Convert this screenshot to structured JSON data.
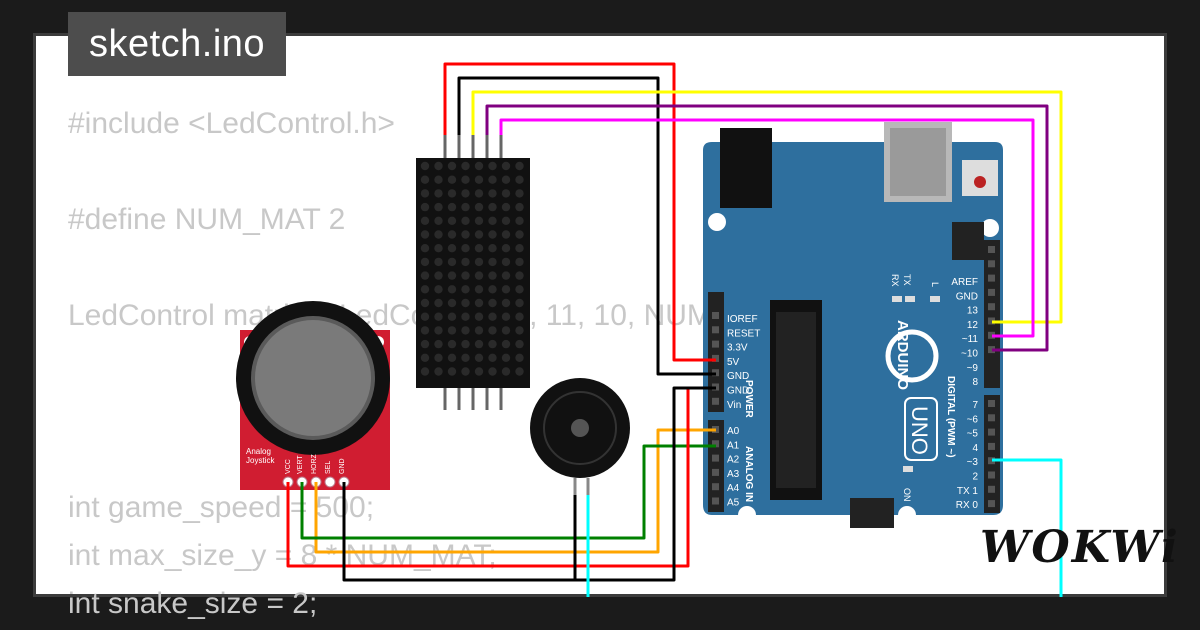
{
  "title": "sketch.ino",
  "brand": "WOKWi",
  "code_lines": [
    "#include <LedControl.h>",
    "#define NUM_MAT 2",
    "LedControl matrix = LedControl(12, 11, 10, NUM_MAT);",
    "int game_speed = 500;",
    "int max_size_y = 8 * NUM_MAT;",
    "int snake_size = 2;"
  ],
  "arduino": {
    "logo": "ARDUINO",
    "model": "UNO",
    "label_on": "ON",
    "label_l": "L",
    "label_tx": "TX",
    "label_rx": "RX",
    "power_header": [
      "IOREF",
      "RESET",
      "3.3V",
      "5V",
      "GND",
      "GND",
      "Vin"
    ],
    "power_label": "POWER",
    "analog_header": [
      "A0",
      "A1",
      "A2",
      "A3",
      "A4",
      "A5"
    ],
    "analog_label": "ANALOG IN",
    "digital_high": [
      "AREF",
      "GND",
      "13",
      "12",
      "~11",
      "~10",
      "~9",
      "8"
    ],
    "digital_low": [
      "7",
      "~6",
      "~5",
      "4",
      "~3",
      "2",
      "TX 1",
      "RX 0"
    ],
    "digital_label": "DIGITAL (PWM ~)"
  },
  "joystick": {
    "label_line1": "Analog",
    "label_line2": "Joystick",
    "pins": [
      "VCC",
      "VERT",
      "HORZ",
      "SEL",
      "GND"
    ]
  },
  "colors": {
    "wire_red": "#ff0000",
    "wire_black": "#000000",
    "wire_yellow": "#ffff00",
    "wire_purple": "#800080",
    "wire_magenta": "#ff00ff",
    "wire_orange": "#ffa500",
    "wire_green": "#008000",
    "wire_cyan": "#00ffff",
    "board_blue": "#2e6f9e",
    "joystick_red": "#d01d31"
  }
}
